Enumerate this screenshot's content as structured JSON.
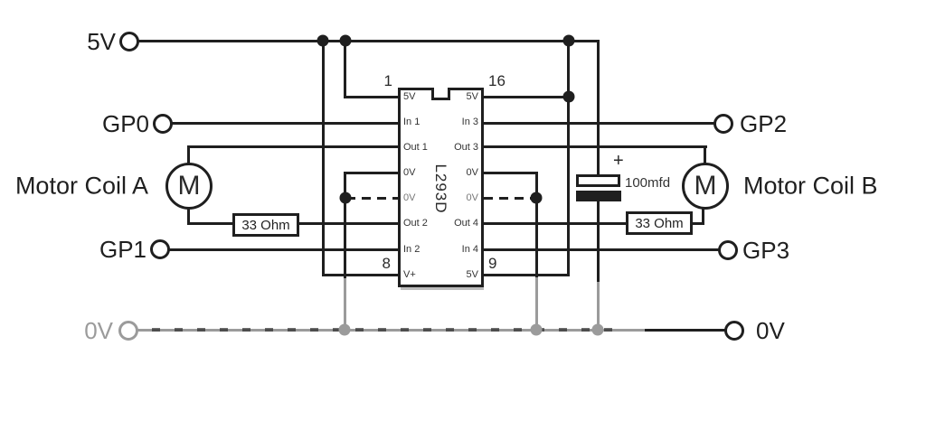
{
  "colors": {
    "line": "#1f1f1f",
    "gray": "#9b9b9b"
  },
  "terminals": {
    "v5": "5V",
    "gp0": "GP0",
    "gp1": "GP1",
    "ov_left": "0V",
    "gp2": "GP2",
    "gp3": "GP3",
    "ov_right": "0V"
  },
  "motors": {
    "a_label": "Motor Coil A",
    "b_label": "Motor Coil B",
    "symbol": "M"
  },
  "ic": {
    "name": "L293D",
    "pin_numbers": {
      "top_left": "1",
      "top_right": "16",
      "bottom_left": "8",
      "bottom_right": "9"
    },
    "pins_left": [
      "5V",
      "In 1",
      "Out 1",
      "0V",
      "0V",
      "Out 2",
      "In 2",
      "V+"
    ],
    "pins_right": [
      "5V",
      "In 3",
      "Out 3",
      "0V",
      "0V",
      "Out 4",
      "In 4",
      "5V"
    ]
  },
  "resistors": {
    "a": "33 Ohm",
    "b": "33 Ohm"
  },
  "capacitor": {
    "polarity": "+",
    "value": "100mfd"
  }
}
